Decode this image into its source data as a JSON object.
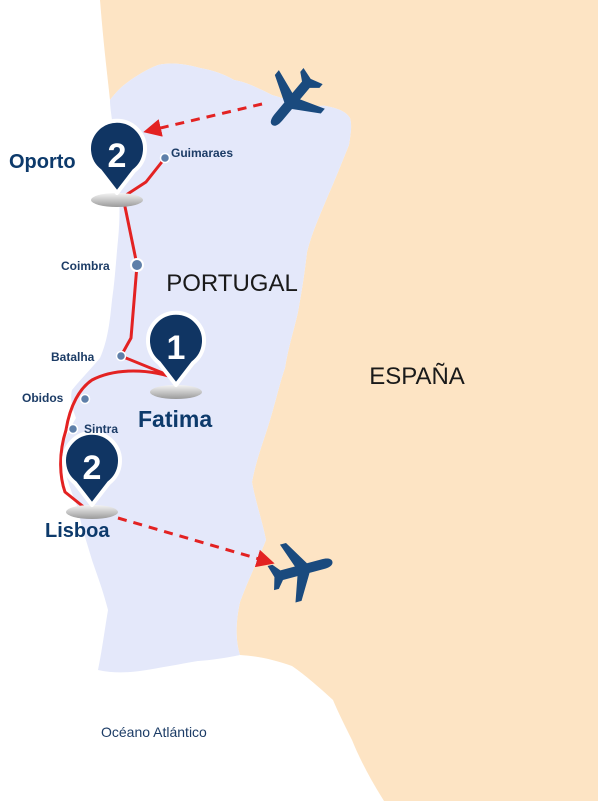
{
  "countries": {
    "portugal": "PORTUGAL",
    "spain": "ESPAÑA"
  },
  "ocean": "Océano Atlántico",
  "overnight_stops": [
    {
      "city": "Oporto",
      "nights": "2"
    },
    {
      "city": "Fatima",
      "nights": "1"
    },
    {
      "city": "Lisboa",
      "nights": "2"
    }
  ],
  "waypoints": [
    "Guimaraes",
    "Coimbra",
    "Batalha",
    "Obidos",
    "Sintra"
  ],
  "colors": {
    "spain_land": "#fde4c4",
    "portugal_land": "#e4e8fa",
    "sea": "#ffffff",
    "route": "#e32222",
    "pin": "#103563",
    "plane": "#1a4a7e"
  },
  "icons": [
    "airplane-icon",
    "map-pin-icon"
  ]
}
